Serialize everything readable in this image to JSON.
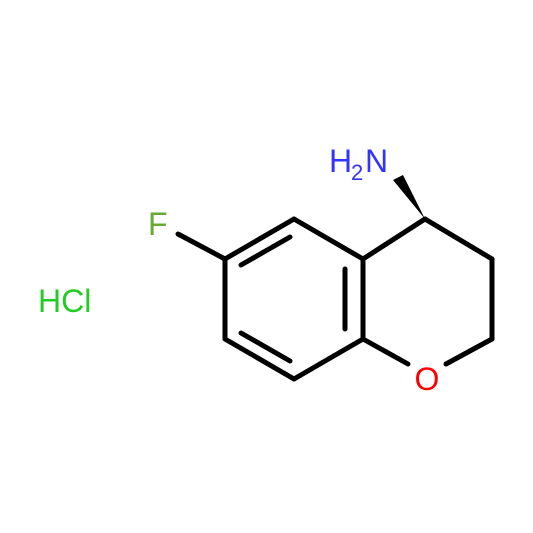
{
  "molecule": {
    "atoms": {
      "nitrogen": {
        "symbol": "H",
        "subscript": "2",
        "element": "N"
      },
      "fluorine": "F",
      "oxygen": "O",
      "salt": "HCl"
    },
    "colors": {
      "bond": "#000000",
      "nitrogen": "#3333ff",
      "fluorine": "#66aa33",
      "oxygen": "#ff0000",
      "chlorine_salt": "#22cc22"
    }
  }
}
